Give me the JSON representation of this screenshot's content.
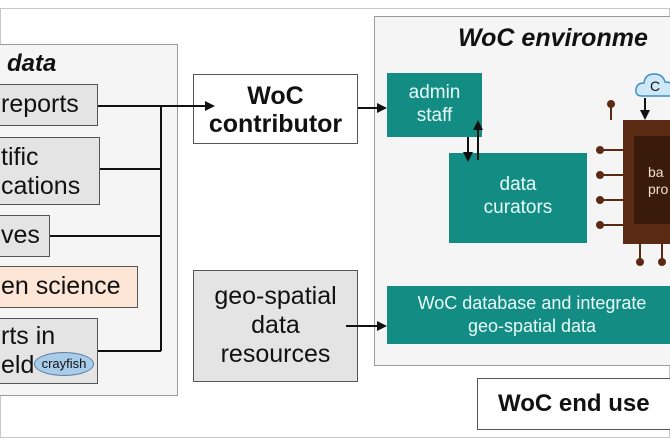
{
  "sources": {
    "title": "data",
    "items": [
      {
        "label": "reports"
      },
      {
        "label": "tific",
        "label2": "cations"
      },
      {
        "label": "ves"
      },
      {
        "label": "en science"
      },
      {
        "label": "rts in",
        "label2": "eld",
        "badge": "crayfish"
      }
    ]
  },
  "contributor": {
    "line1": "WoC",
    "line2": "contributor"
  },
  "geo": {
    "line1": "geo-spatial",
    "line2": "data",
    "line3": "resources"
  },
  "environment": {
    "title": "WoC environme",
    "admin": {
      "line1": "admin",
      "line2": "staff"
    },
    "curators": {
      "line1": "data",
      "line2": "curators"
    },
    "chip": {
      "line1": "ba",
      "line2": "pro"
    },
    "cloud": "C",
    "database": {
      "line1": "WoC database and integrate",
      "line2": "geo-spatial data"
    }
  },
  "end_user": "WoC end use",
  "colors": {
    "teal": "#138d84",
    "chip": "#5a2a12",
    "source_orange": "#fde6d6"
  }
}
